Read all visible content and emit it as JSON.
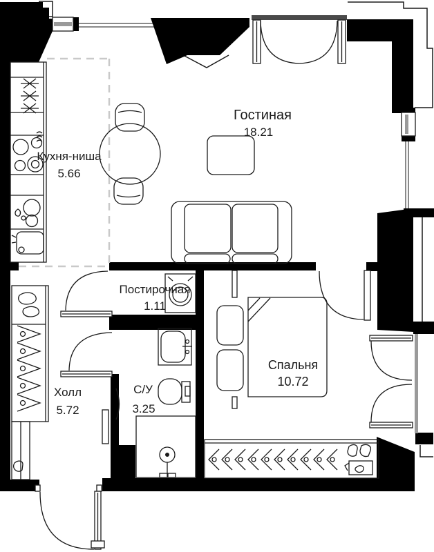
{
  "plan": {
    "type": "apartment-floor-plan",
    "rooms": [
      {
        "name": "Гостиная",
        "area": "18.21"
      },
      {
        "name": "Кухня-ниша",
        "area": "5.66"
      },
      {
        "name": "Постирочная",
        "area": "1.11"
      },
      {
        "name": "Спальня",
        "area": "10.72"
      },
      {
        "name": "Холл",
        "area": "5.72"
      },
      {
        "name": "С/У",
        "area": "3.25"
      }
    ],
    "colors": {
      "wall": "#000000",
      "furniture_line": "#1a1a1a",
      "glazing": "#8a8a8a",
      "dashed_line": "#c9c9c9",
      "background": "#ffffff",
      "door_rail": "#4a4a4a"
    }
  }
}
